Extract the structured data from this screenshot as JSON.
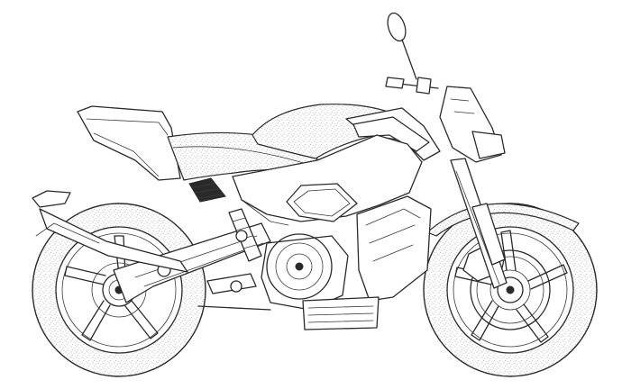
{
  "figure": {
    "subject": "motorcycle-line-drawing",
    "view": "right-side",
    "style": "black line art on white, stippled tires and seat",
    "colors": {
      "line": "#2a2a2a",
      "background": "#ffffff",
      "stipple": "#7a7a7a"
    }
  }
}
